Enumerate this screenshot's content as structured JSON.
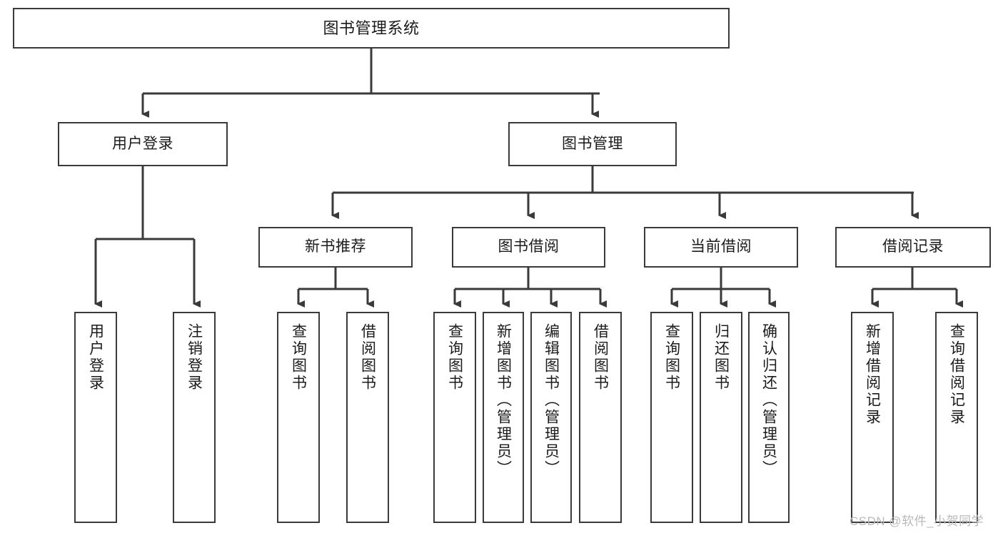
{
  "diagram": {
    "title": "图书管理系统",
    "type": "tree",
    "watermark": "CSDN @软件_小贺同学",
    "colors": {
      "stroke": "#3a3a3a",
      "text": "#1b1b1b",
      "background": "#ffffff",
      "watermark": "#b9b9b9"
    },
    "levels": {
      "root": "图书管理系统",
      "level2": [
        "用户登录",
        "图书管理"
      ],
      "level3": [
        "新书推荐",
        "图书借阅",
        "当前借阅",
        "借阅记录"
      ]
    },
    "nodes": {
      "root": {
        "label": "图书管理系统"
      },
      "user_login": {
        "label": "用户登录"
      },
      "book_manage": {
        "label": "图书管理"
      },
      "new_book_rec": {
        "label": "新书推荐"
      },
      "book_borrow": {
        "label": "图书借阅"
      },
      "current_borrow": {
        "label": "当前借阅"
      },
      "borrow_record": {
        "label": "借阅记录"
      },
      "leaf_user_login": {
        "label": "用户登录"
      },
      "leaf_user_logout": {
        "label": "注销登录"
      },
      "leaf_query_book_1": {
        "label": "查询图书"
      },
      "leaf_borrow_book_1": {
        "label": "借阅图书"
      },
      "leaf_query_book_2": {
        "label": "查询图书"
      },
      "leaf_add_book": {
        "label": "新增图书（管理员）"
      },
      "leaf_edit_book": {
        "label": "编辑图书（管理员）"
      },
      "leaf_borrow_book_2": {
        "label": "借阅图书"
      },
      "leaf_query_book_3": {
        "label": "查询图书"
      },
      "leaf_return_book": {
        "label": "归还图书"
      },
      "leaf_confirm_return": {
        "label": "确认归还（管理员）"
      },
      "leaf_add_record": {
        "label": "新增借阅记录"
      },
      "leaf_query_record": {
        "label": "查询借阅记录"
      }
    },
    "edges": [
      {
        "from": "root",
        "to": "user_login"
      },
      {
        "from": "root",
        "to": "book_manage"
      },
      {
        "from": "user_login",
        "to": "leaf_user_login"
      },
      {
        "from": "user_login",
        "to": "leaf_user_logout"
      },
      {
        "from": "book_manage",
        "to": "new_book_rec"
      },
      {
        "from": "book_manage",
        "to": "book_borrow"
      },
      {
        "from": "book_manage",
        "to": "current_borrow"
      },
      {
        "from": "book_manage",
        "to": "borrow_record"
      },
      {
        "from": "new_book_rec",
        "to": "leaf_query_book_1"
      },
      {
        "from": "new_book_rec",
        "to": "leaf_borrow_book_1"
      },
      {
        "from": "book_borrow",
        "to": "leaf_query_book_2"
      },
      {
        "from": "book_borrow",
        "to": "leaf_add_book"
      },
      {
        "from": "book_borrow",
        "to": "leaf_edit_book"
      },
      {
        "from": "book_borrow",
        "to": "leaf_borrow_book_2"
      },
      {
        "from": "current_borrow",
        "to": "leaf_query_book_3"
      },
      {
        "from": "current_borrow",
        "to": "leaf_return_book"
      },
      {
        "from": "current_borrow",
        "to": "leaf_confirm_return"
      },
      {
        "from": "borrow_record",
        "to": "leaf_add_record"
      },
      {
        "from": "borrow_record",
        "to": "leaf_query_record"
      }
    ]
  }
}
